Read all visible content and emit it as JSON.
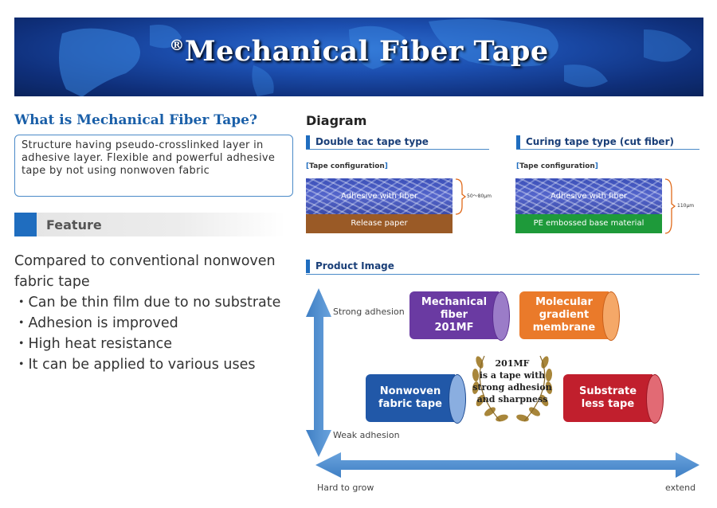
{
  "banner": {
    "reg_mark": "®",
    "title": "Mechanical Fiber Tape"
  },
  "what": {
    "title": "What is Mechanical Fiber Tape?",
    "description": "Structure having pseudo-crosslinked layer in adhesive layer. Flexible and powerful adhesive tape by not using nonwoven fabric"
  },
  "feature": {
    "label": "Feature",
    "intro": "Compared to conventional nonwoven fabric tape",
    "bullets": [
      "・Can be thin film due to no substrate",
      "・Adhesion is improved",
      "・High heat resistance",
      "・It can be applied to various uses"
    ]
  },
  "diagram": {
    "title": "Diagram",
    "double": {
      "head": "Double tac tape type",
      "config_open": "[",
      "config_label": "Tape configuration",
      "config_close": "]",
      "layer1": "Adhesive with fiber",
      "layer2": "Release paper",
      "thickness": "50〜80μm"
    },
    "curing": {
      "head": "Curing tape type (cut fiber)",
      "config_open": "[",
      "config_label": "Tape configuration",
      "config_close": "]",
      "layer1": "Adhesive with fiber",
      "layer2": "PE embossed base material",
      "thickness": "110μm"
    }
  },
  "product": {
    "head": "Product Image",
    "y_top": "Strong adhesion",
    "y_bottom": "Weak adhesion",
    "x_left": "Hard to grow",
    "x_right": "extend",
    "mf": {
      "l1": "Mechanical",
      "l2": "fiber",
      "l3": "201MF"
    },
    "mol": {
      "l1": "Molecular",
      "l2": "gradient",
      "l3": "membrane"
    },
    "nonwoven": {
      "l1": "Nonwoven",
      "l2": "fabric tape"
    },
    "substrate": {
      "l1": "Substrate",
      "l2": "less tape"
    },
    "wreath": {
      "l1": "201MF",
      "l2": "is a tape with",
      "l3": "strong adhesion",
      "l4": "and sharpness"
    }
  },
  "colors": {
    "accent_blue": "#1f6dbf",
    "purple": "#6a3aa2",
    "orange": "#ea7a2a",
    "blue_cyl": "#2158a8",
    "red": "#c11f2d",
    "green": "#1e9a3a",
    "brown": "#9a5a26",
    "gold": "#a8863a"
  }
}
